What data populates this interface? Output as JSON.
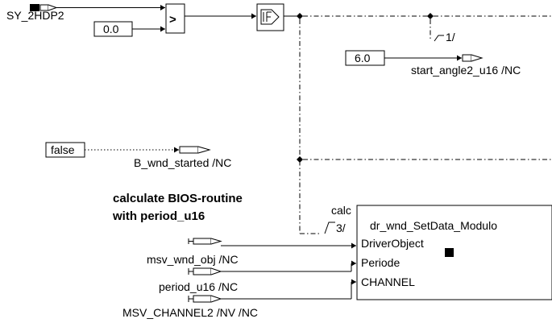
{
  "inputs": {
    "sy_2hdp2": "SY_2HDP2",
    "const_0": "0.0",
    "const_6": "6.0",
    "false_const": "false"
  },
  "blocks": {
    "compare_op": ">",
    "if_label": "IF"
  },
  "outputs": {
    "start_angle": "start_angle2_u16 /NC",
    "wnd_started": "B_wnd_started /NC"
  },
  "sequence": {
    "seq1": "1/",
    "seq3": "3/",
    "calc": "calc"
  },
  "comment": {
    "line1": "calculate BIOS-routine",
    "line2": "with period_u16"
  },
  "function_block": {
    "title": "dr_wnd_SetData_Modulo",
    "ports": [
      "DriverObject",
      "Periode",
      "CHANNEL"
    ]
  },
  "signals": {
    "msv_wnd_obj": "msv_wnd_obj /NC",
    "period": "period_u16 /NC",
    "msv_channel": "MSV_CHANNEL2 /NV /NC"
  }
}
